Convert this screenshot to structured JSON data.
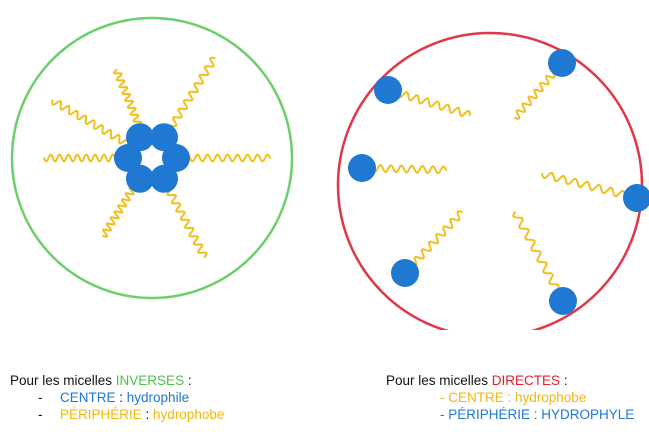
{
  "colors": {
    "inverse_circle": "#6ccf6c",
    "direct_circle": "#e0384a",
    "head": "#1f78d1",
    "tail": "#f0c020",
    "inverse_word": "#4cc04c",
    "direct_word": "#e0202a"
  },
  "inverse": {
    "intro": "Pour les micelles ",
    "keyword": "INVERSES",
    "suffix": " :",
    "items": [
      {
        "dash": "-",
        "label": "CENTRE",
        "sep": " : ",
        "value": "hydrophile",
        "label_color": "head",
        "value_color": "head"
      },
      {
        "dash": "-",
        "label": "PÉRIPHÉRIE",
        "sep": " : ",
        "value": "hydrophobe",
        "label_color": "tail",
        "value_color": "tail"
      }
    ]
  },
  "direct": {
    "intro": "Pour les micelles ",
    "keyword": "DIRECTES",
    "suffix": " :",
    "items": [
      {
        "text": "- CENTRE : hydrophobe",
        "color": "tail"
      },
      {
        "text": "- PÉRIPHÉRIE : HYDROPHYLE",
        "color": "head"
      }
    ]
  }
}
